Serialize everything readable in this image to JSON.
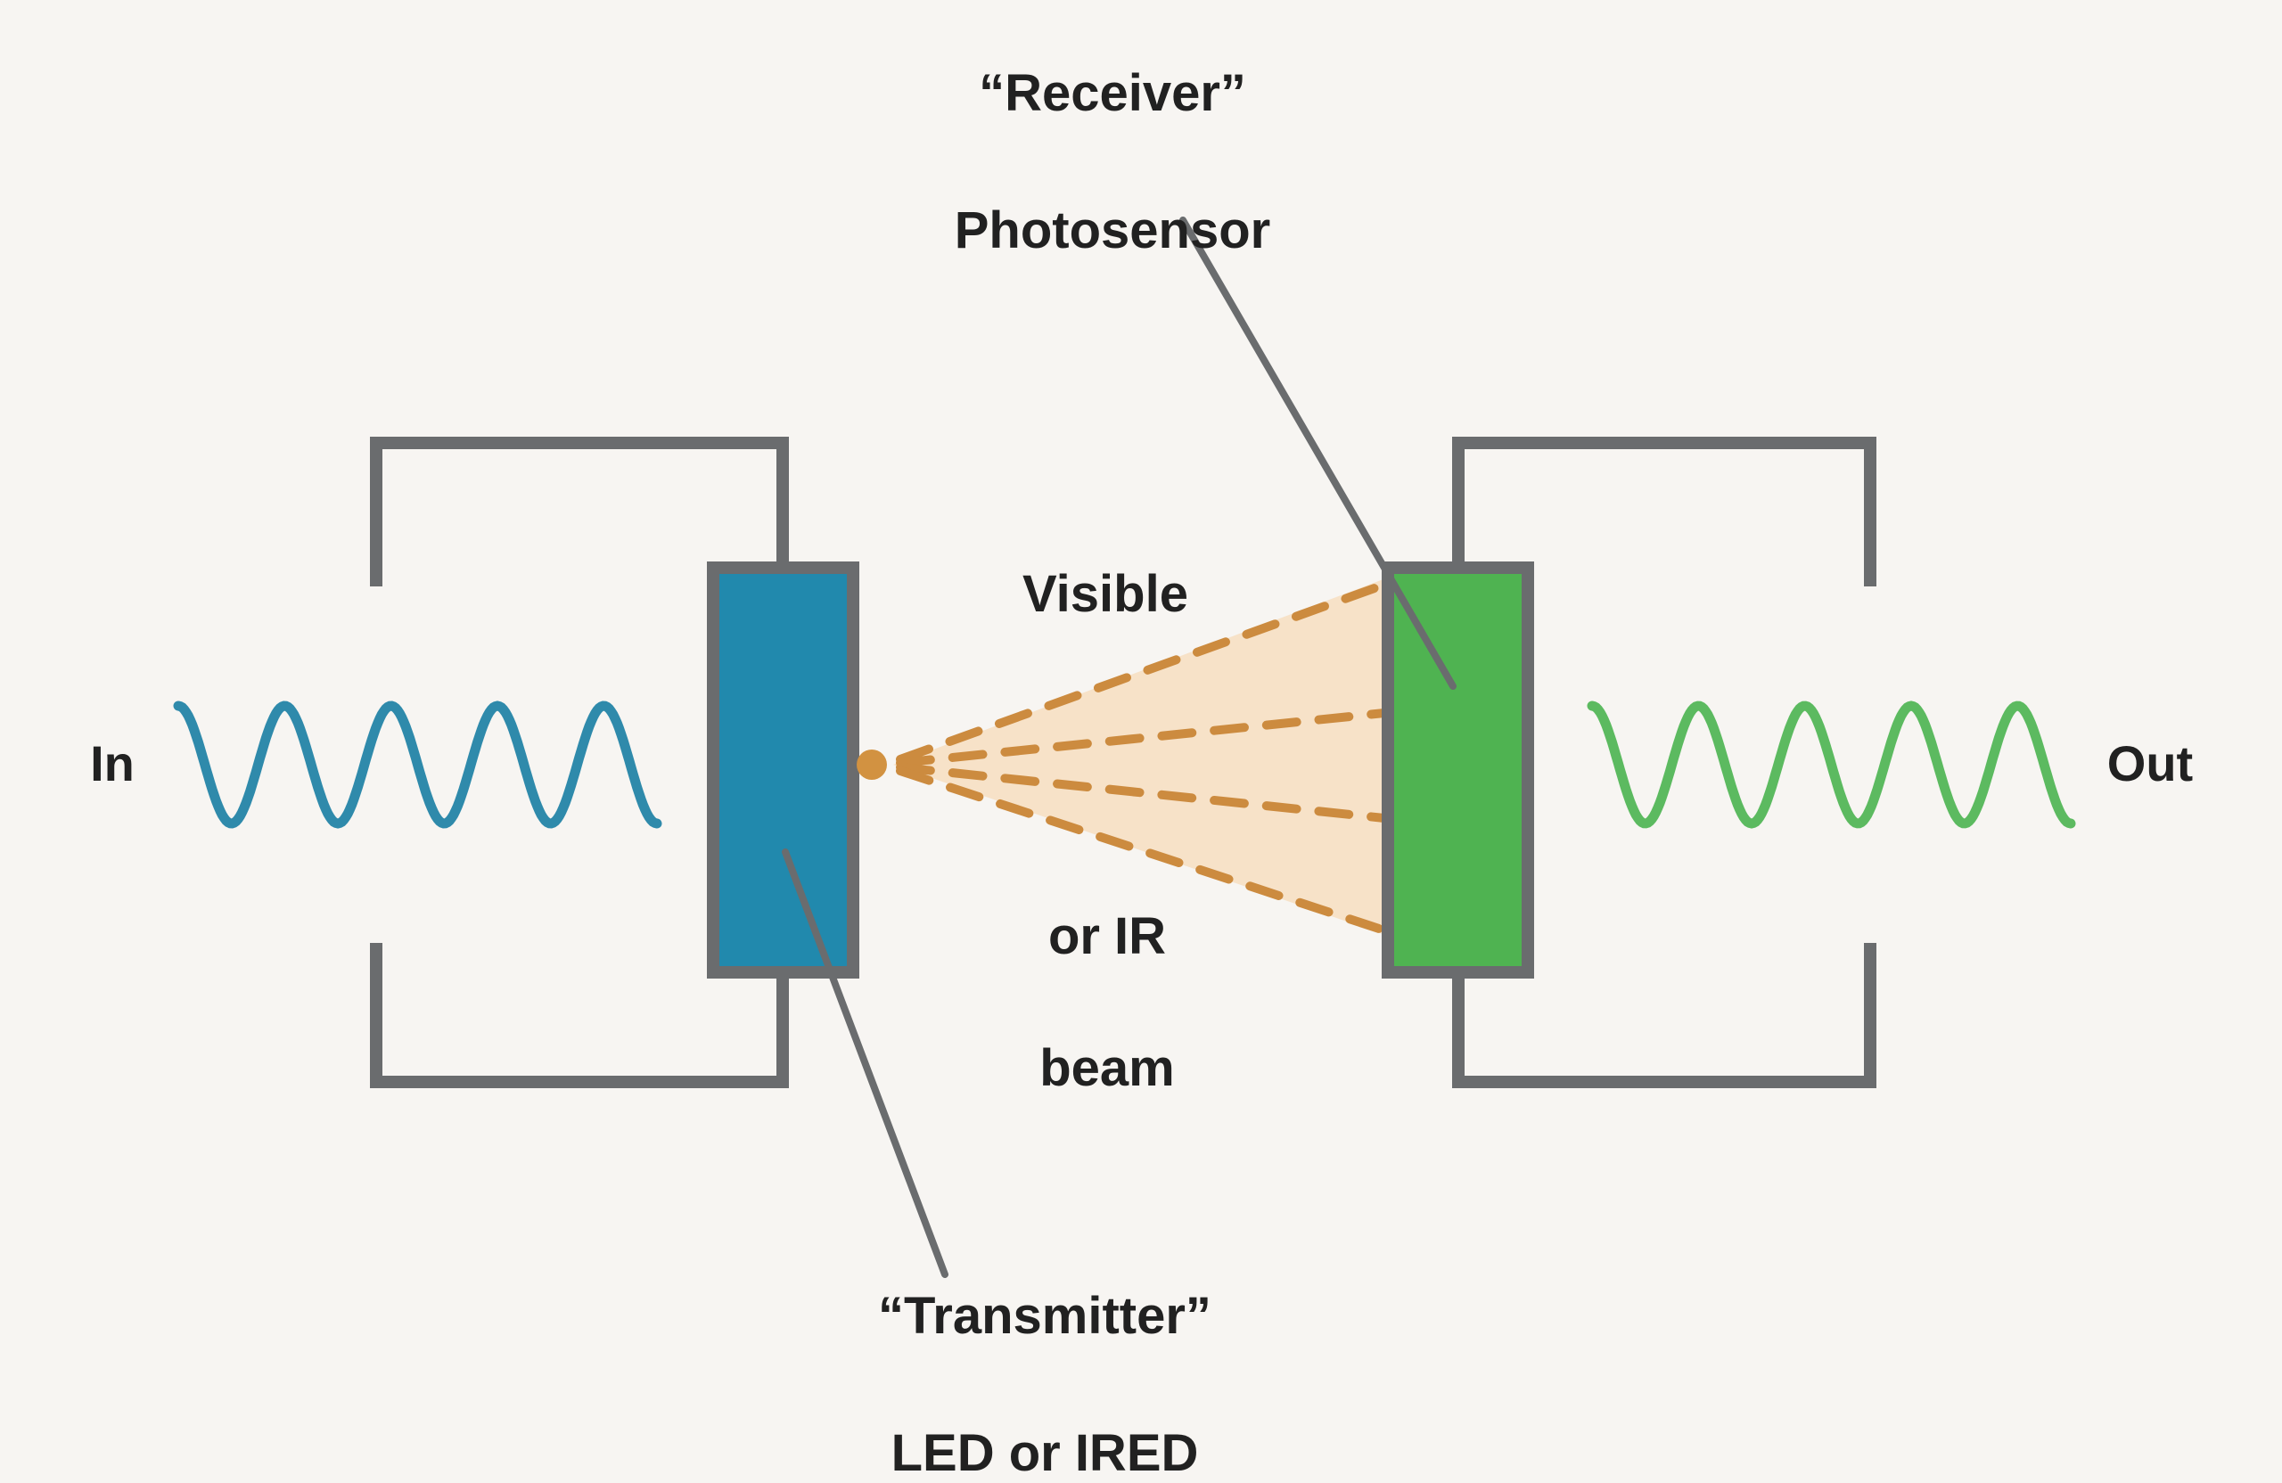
{
  "labels": {
    "receiver_line1": "“Receiver”",
    "receiver_line2": "Photosensor",
    "beam_word": "Visible",
    "beam_line2": "or IR",
    "beam_line3": "beam",
    "transmitter_line1": "“Transmitter”",
    "transmitter_line2": "LED or IRED",
    "input": "In",
    "output": "Out"
  },
  "icons": {
    "emitter_dot": "led-emitter-dot",
    "beam_cone": "light-beam-cone",
    "beam_rays": "dashed-light-rays"
  },
  "colors": {
    "background": "#f7f5f2",
    "text": "#212121",
    "wire_gray": "#6a6c6e",
    "led_fill": "#2189ad",
    "sensor_fill": "#4fb351",
    "beam_fill": "#f6dfc4",
    "beam_dash": "#cc8b3f",
    "emitter_dot": "#d29241",
    "input_wave": "#2f8aab",
    "output_wave": "#5cba60"
  }
}
